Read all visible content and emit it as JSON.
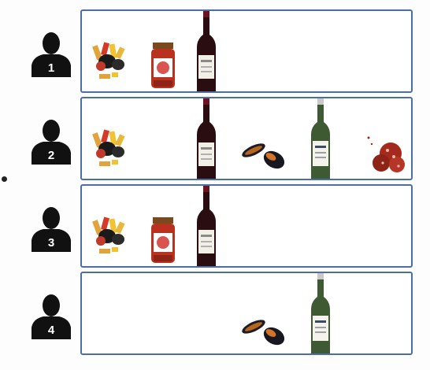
{
  "persons": [
    {
      "number": "1",
      "items": [
        "pasta",
        "sauce-jar",
        "red-wine"
      ]
    },
    {
      "number": "2",
      "items": [
        "pasta",
        "red-wine",
        "mussels",
        "white-wine",
        "salami"
      ]
    },
    {
      "number": "3",
      "items": [
        "pasta",
        "sauce-jar",
        "red-wine"
      ]
    },
    {
      "number": "4",
      "items": [
        "mussels",
        "white-wine"
      ]
    }
  ],
  "colors": {
    "box_border": "#4a6fa5",
    "silhouette": "#111111",
    "red_wine_bottle": "#2a0d10",
    "white_wine_bottle": "#3d5a32",
    "sauce": "#b8321f",
    "salami": "#a52a1e"
  }
}
